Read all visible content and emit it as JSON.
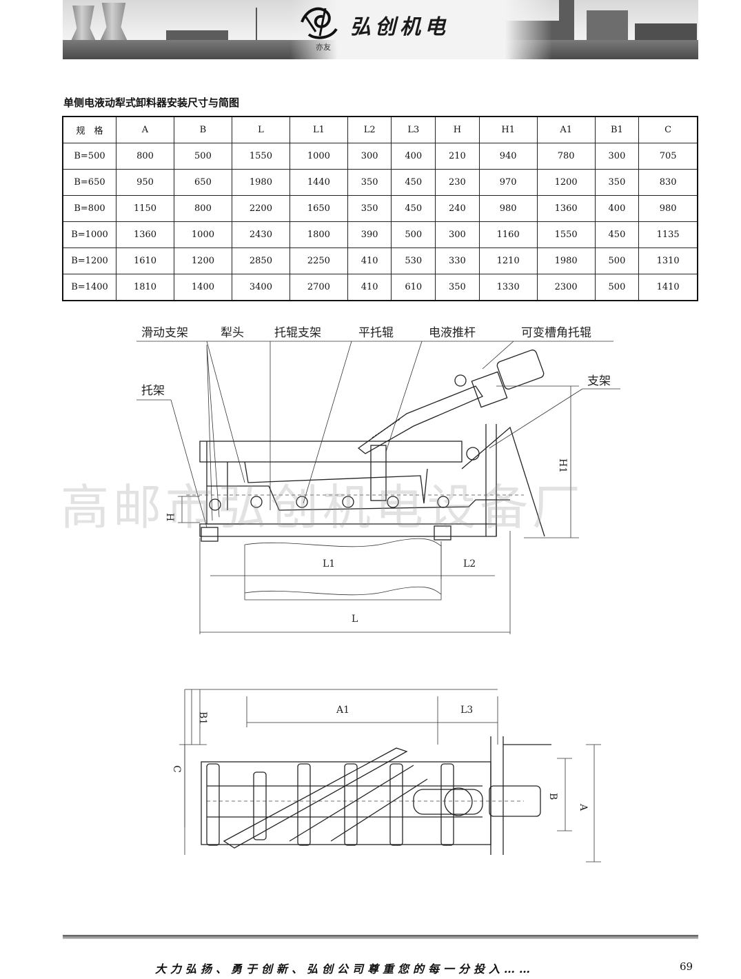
{
  "header": {
    "brand_name": "弘创机电",
    "logo_sub": "亦友"
  },
  "title": "单侧电液动犁式卸料器安装尺寸与简图",
  "table": {
    "headers": [
      "规　格",
      "A",
      "B",
      "L",
      "L1",
      "L2",
      "L3",
      "H",
      "H1",
      "A1",
      "B1",
      "C"
    ],
    "rows": [
      [
        "B=500",
        "800",
        "500",
        "1550",
        "1000",
        "300",
        "400",
        "210",
        "940",
        "780",
        "300",
        "705"
      ],
      [
        "B=650",
        "950",
        "650",
        "1980",
        "1440",
        "350",
        "450",
        "230",
        "970",
        "1200",
        "350",
        "830"
      ],
      [
        "B=800",
        "1150",
        "800",
        "2200",
        "1650",
        "350",
        "450",
        "240",
        "980",
        "1360",
        "400",
        "980"
      ],
      [
        "B=1000",
        "1360",
        "1000",
        "2430",
        "1800",
        "390",
        "500",
        "300",
        "1160",
        "1550",
        "450",
        "1135"
      ],
      [
        "B=1200",
        "1610",
        "1200",
        "2850",
        "2250",
        "410",
        "530",
        "330",
        "1210",
        "1980",
        "500",
        "1310"
      ],
      [
        "B=1400",
        "1810",
        "1400",
        "3400",
        "2700",
        "410",
        "610",
        "350",
        "1330",
        "2300",
        "500",
        "1410"
      ]
    ]
  },
  "diagram": {
    "labels": {
      "sliding_frame": "滑动支架",
      "plow_head": "犁头",
      "idler_frame": "托辊支架",
      "flat_idler": "平托辊",
      "hydraulic_pusher": "电液推杆",
      "variable_trough_idler": "可变槽角托辊",
      "bracket": "托架",
      "support": "支架"
    },
    "dims": {
      "L1": "L1",
      "L2": "L2",
      "L": "L",
      "H1": "H1",
      "H": "H",
      "A1": "A1",
      "L3": "L3",
      "B1": "B1",
      "C": "C",
      "B": "B",
      "A": "A"
    }
  },
  "watermark": "高邮市弘创机电设备厂",
  "footer": {
    "slogan": "大力弘扬、勇于创新、弘创公司尊重您的每一分投入……",
    "page_number": "69"
  }
}
